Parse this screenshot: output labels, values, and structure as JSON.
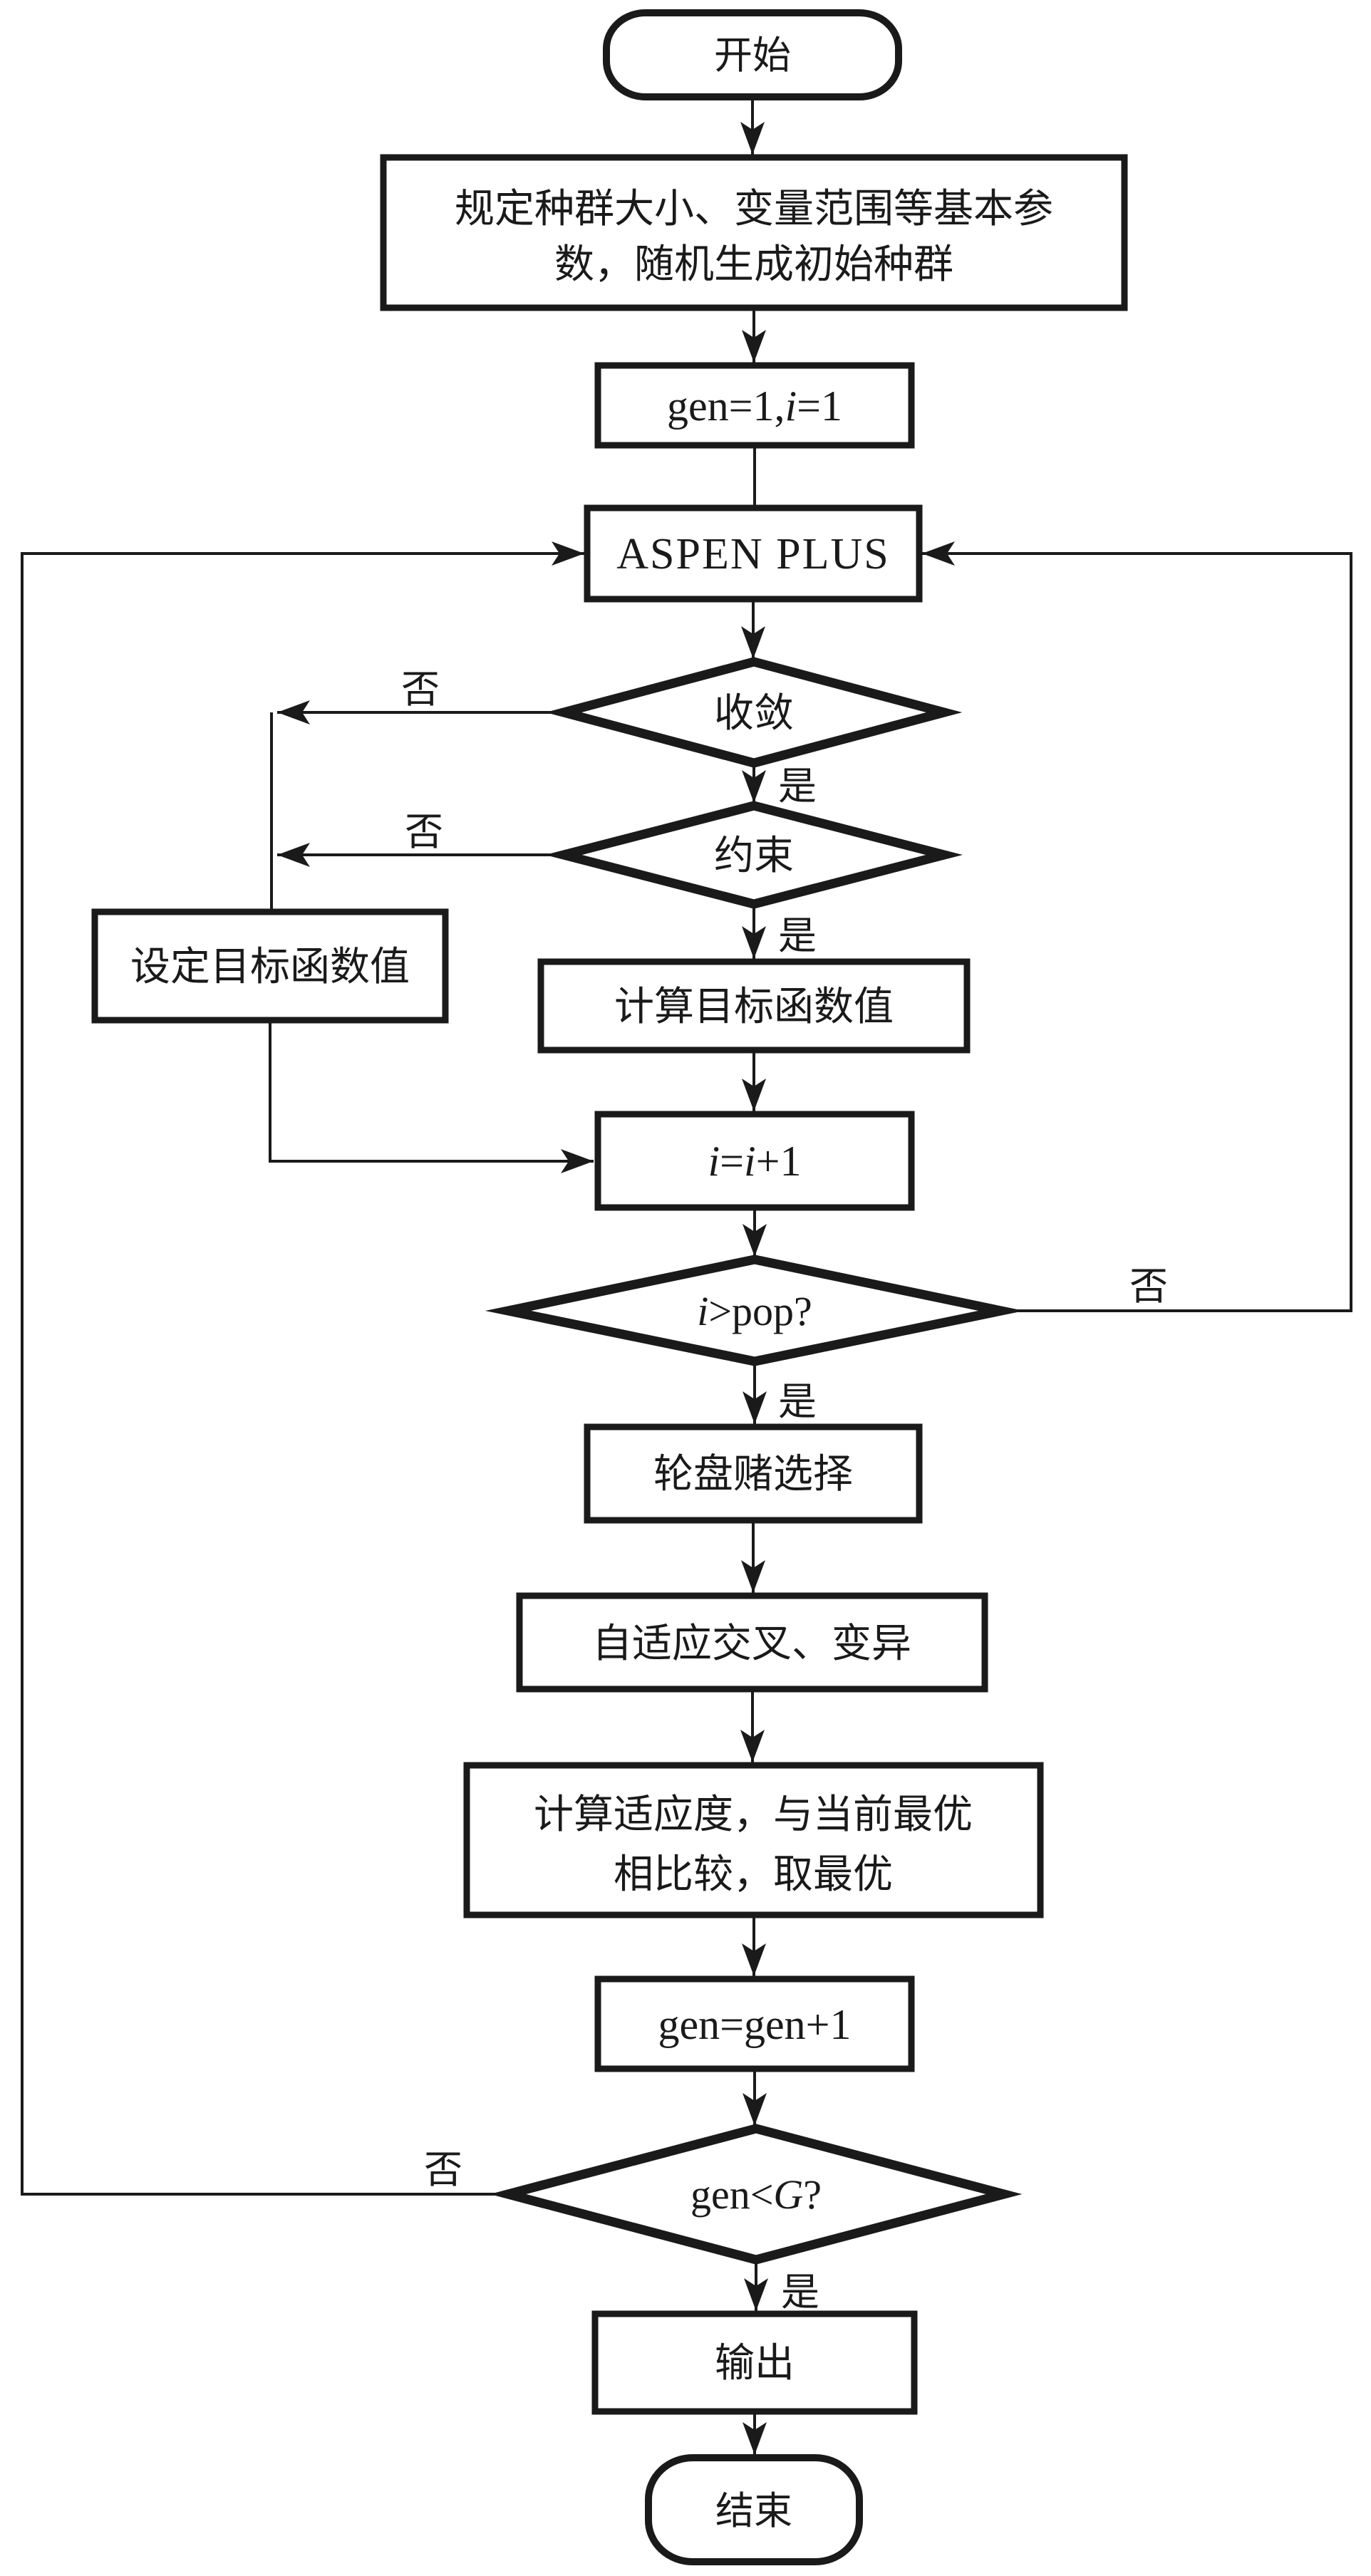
{
  "flowchart": {
    "colors": {
      "line": "#1a1a1a",
      "background": "#ffffff"
    },
    "nodes": {
      "start": "开始",
      "init_line1": "规定种群大小、变量范围等基本参",
      "init_line2": "数，随机生成初始种群",
      "gen_init_parts": [
        "gen=1,",
        "i",
        "=1"
      ],
      "aspen": "ASPEN PLUS",
      "converge": "收敛",
      "constraint": "约束",
      "set_objective": "设定目标函数值",
      "calc_objective": "计算目标函数值",
      "inc_i_parts": [
        "i",
        "=",
        "i",
        "+1"
      ],
      "pop_check_parts": [
        "i",
        ">pop?"
      ],
      "roulette": "轮盘赌选择",
      "crossover": "自适应交叉、变异",
      "fitness_line1": "计算适应度，与当前最优",
      "fitness_line2": "相比较，取最优",
      "gen_inc": "gen=gen+1",
      "gen_check_parts": [
        "gen<",
        "G",
        "?"
      ],
      "output": "输出",
      "end": "结束"
    },
    "branch_labels": {
      "yes": "是",
      "no": "否"
    }
  }
}
